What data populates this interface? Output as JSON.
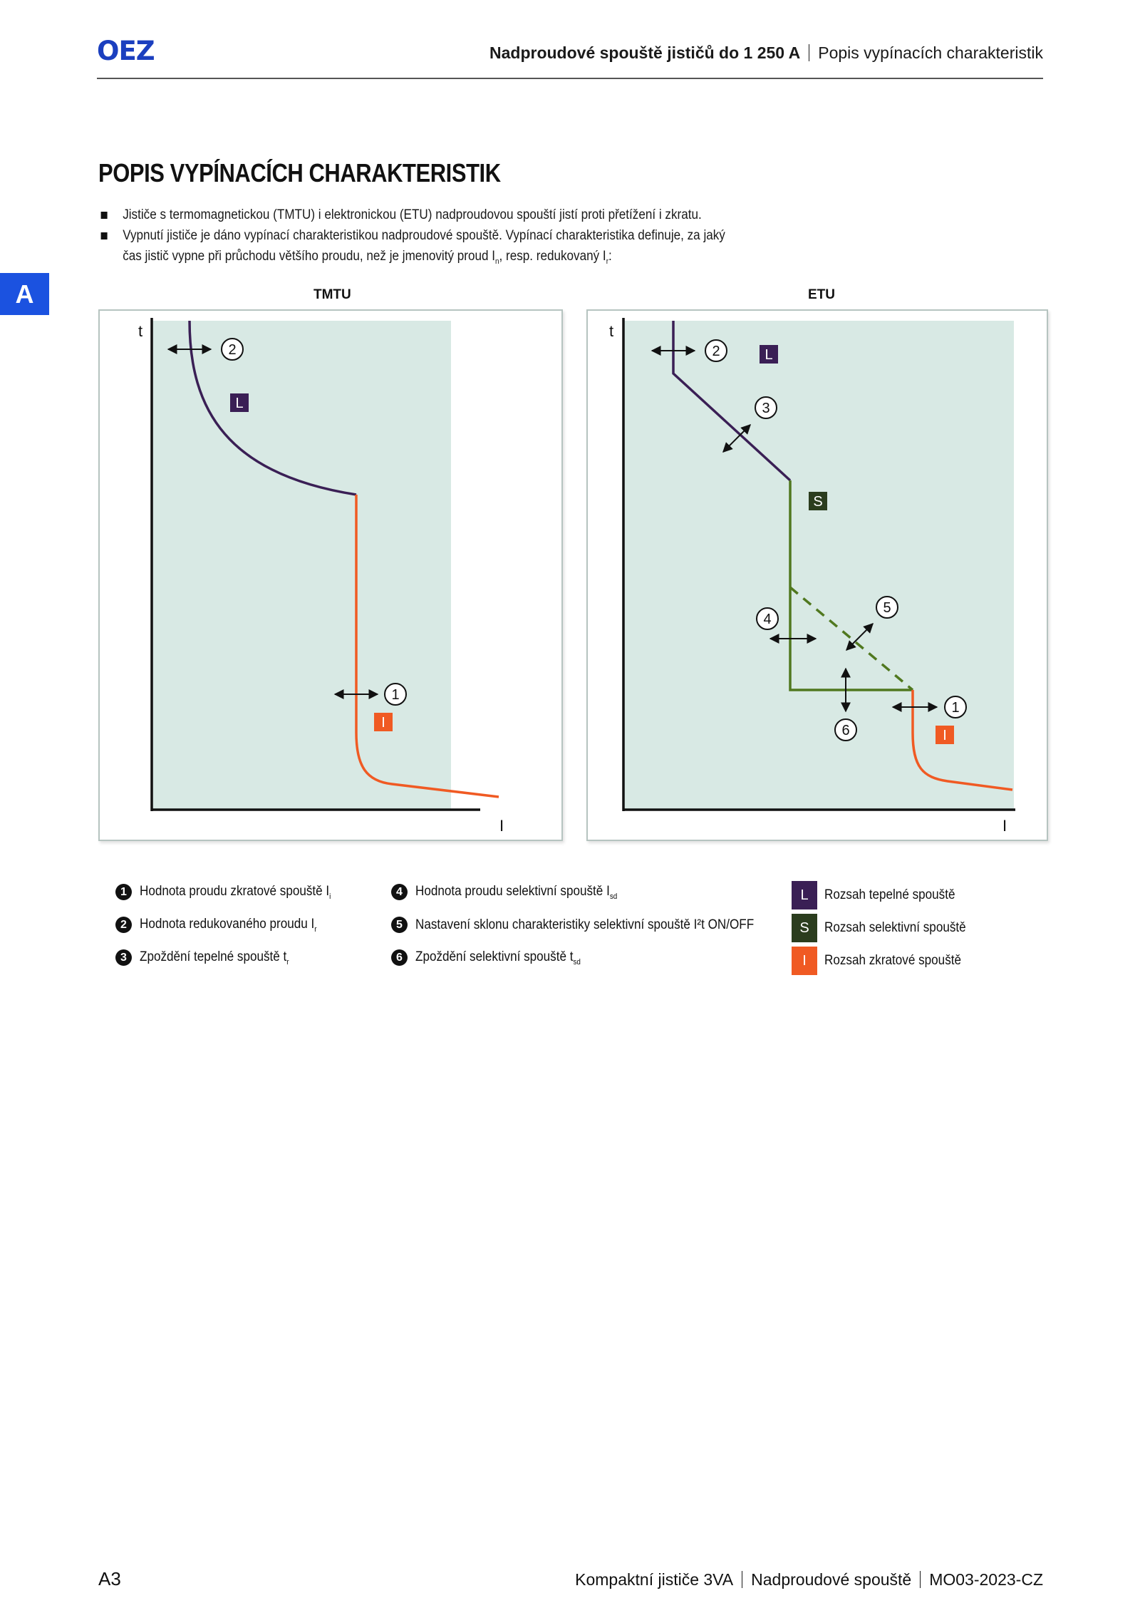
{
  "header": {
    "logo": "OEZ",
    "title_bold": "Nadproudové spouště jističů do 1 250 A",
    "title_light": "Popis vypínacích charakteristik"
  },
  "side_tab": "A",
  "page_title": "POPIS VYPÍNACÍCH CHARAKTERISTIK",
  "bullets": {
    "b1": "Jističe s termomagnetickou (TMTU) i elektronickou (ETU) nadproudovou spouští jistí proti přetížení i zkratu.",
    "b2_line1": "Vypnutí jističe je dáno vypínací charakteristikou nadproudové spouště. Vypínací charakteristika definuje, za jaký",
    "b2_line2_a": "čas jistič vypne při průchodu většího proudu, než je jmenovitý proud I",
    "b2_sub1": "n",
    "b2_line2_b": ", resp. redukovaný I",
    "b2_sub2": "r",
    "b2_line2_c": ":"
  },
  "charts": {
    "tmtu": {
      "title": "TMTU",
      "axis_t": "t",
      "axis_i": "I",
      "marker_1": "1",
      "marker_2": "2",
      "label_L": "L",
      "label_I": "I"
    },
    "etu": {
      "title": "ETU",
      "axis_t": "t",
      "axis_i": "I",
      "marker_1": "1",
      "marker_2": "2",
      "marker_3": "3",
      "marker_4": "4",
      "marker_5": "5",
      "marker_6": "6",
      "label_L": "L",
      "label_S": "S",
      "label_I": "I"
    }
  },
  "colors": {
    "plot_bg": "#d8e9e4",
    "L_color": "#3a1f55",
    "S_color": "#50781f",
    "I_color": "#f05a23",
    "S_legend_bg": "#2b3d1e",
    "axis": "#111111"
  },
  "legend": {
    "col1": [
      {
        "num": "1",
        "text": "Hodnota proudu zkratové spouště I",
        "sub": "i"
      },
      {
        "num": "2",
        "text": "Hodnota redukovaného proudu I",
        "sub": "r"
      },
      {
        "num": "3",
        "text": "Zpoždění tepelné spouště t",
        "sub": "r"
      }
    ],
    "col2": [
      {
        "num": "4",
        "text": "Hodnota proudu selektivní spouště I",
        "sub": "sd"
      },
      {
        "num": "5",
        "text": "Nastavení sklonu charakteristiky selektivní spouště I²t ON/OFF",
        "sub": ""
      },
      {
        "num": "6",
        "text": "Zpoždění selektivní spouště t",
        "sub": "sd"
      }
    ],
    "col3": [
      {
        "sq": "L",
        "text": "Rozsah tepelné spouště"
      },
      {
        "sq": "S",
        "text": "Rozsah selektivní spouště"
      },
      {
        "sq": "I",
        "text": "Rozsah zkratové spouště"
      }
    ]
  },
  "footer": {
    "page": "A3",
    "part1": "Kompaktní jističe 3VA",
    "part2": "Nadproudové spouště",
    "part3": "MO03-2023-CZ"
  }
}
